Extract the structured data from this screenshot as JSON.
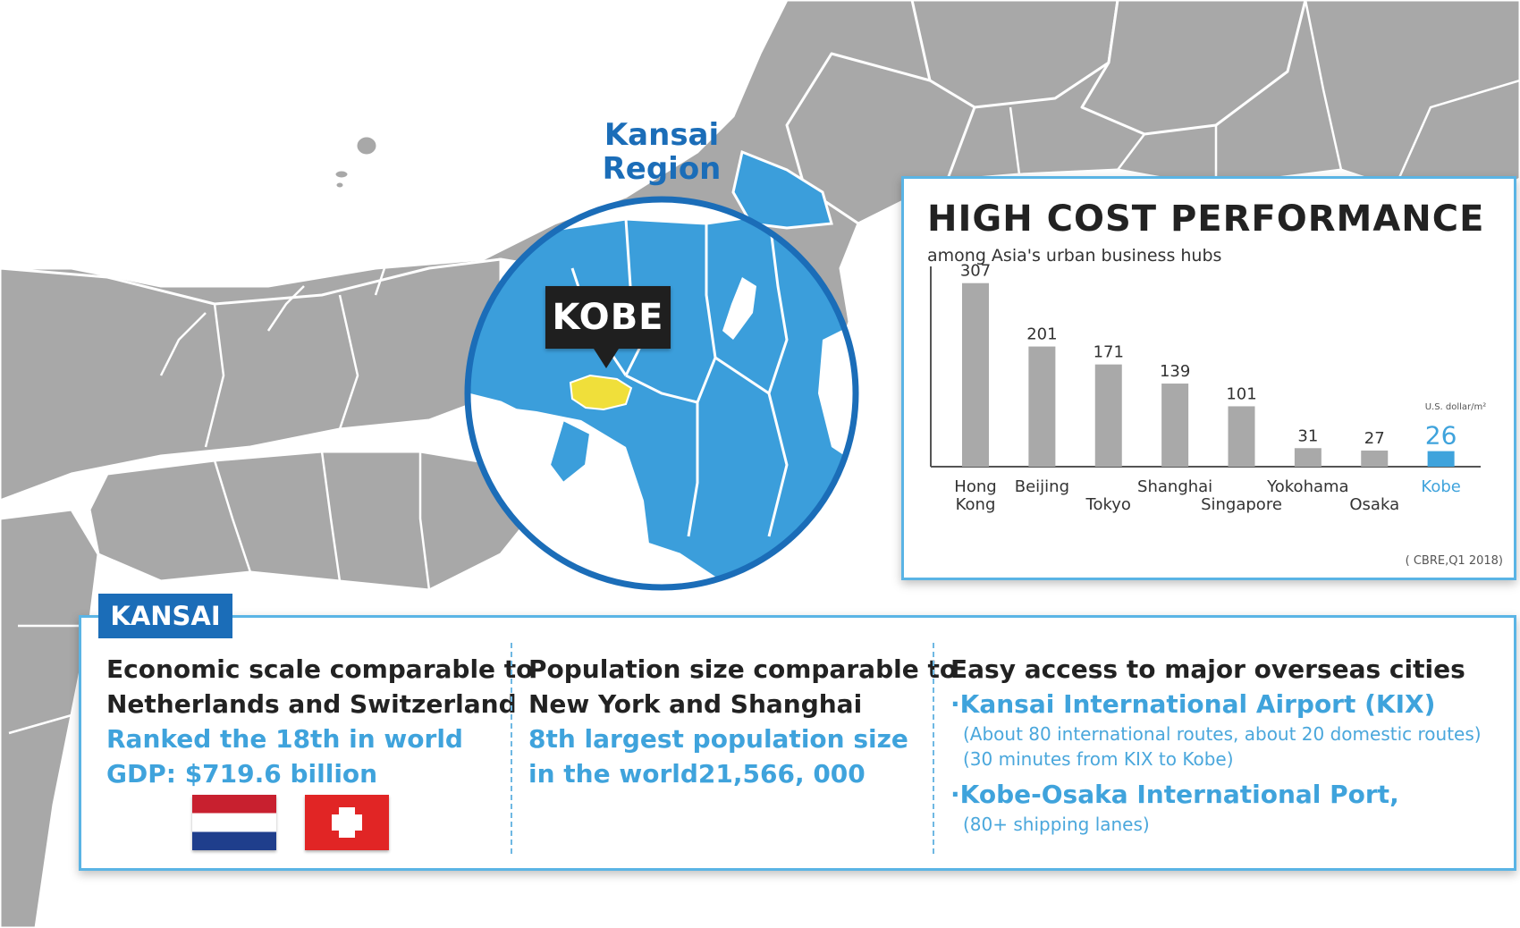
{
  "map": {
    "region_label_line1": "Kansai",
    "region_label_line2": "Region",
    "city_tag": "KOBE",
    "colors": {
      "land": "#a8a8a8",
      "borders": "#ffffff",
      "kansai": "#3b9edb",
      "kobe": "#f0df3a",
      "circle": "#1b6db8"
    }
  },
  "chart_data": {
    "type": "bar",
    "title": "HIGH COST PERFORMANCE",
    "subtitle": "among Asia's urban business hubs",
    "categories": [
      "Hong\nKong",
      "Beijing",
      "Tokyo",
      "Shanghai",
      "Singapore",
      "Yokohama",
      "Osaka",
      "Kobe"
    ],
    "values": [
      307,
      201,
      171,
      139,
      101,
      31,
      27,
      26
    ],
    "unit": "U.S. dollar/m²",
    "highlight": "Kobe",
    "colors": {
      "bar": "#a9a9a9",
      "highlight": "#3fa3dc"
    },
    "ylim": [
      0,
      320
    ],
    "source": "( CBRE,Q1 2018)"
  },
  "kansai": {
    "badge": "KANSAI",
    "economy": {
      "line1": "Economic scale comparable to",
      "line2": "Netherlands and Switzerland",
      "line3": "Ranked the 18th in world",
      "line4": "GDP: $719.6 billion"
    },
    "population": {
      "line1": "Population size comparable to",
      "line2": "New York and Shanghai",
      "line3": "8th largest population size",
      "line4": "in the world21,566, 000"
    },
    "access": {
      "line1": "Easy access to major overseas cities",
      "airport": "·Kansai International Airport (KIX)",
      "airport_note1": "(About 80 international routes, about 20 domestic routes)",
      "airport_note2": "(30 minutes from KIX to Kobe)",
      "port": "·Kobe-Osaka International Port,",
      "port_note": "(80+ shipping lanes)"
    }
  }
}
